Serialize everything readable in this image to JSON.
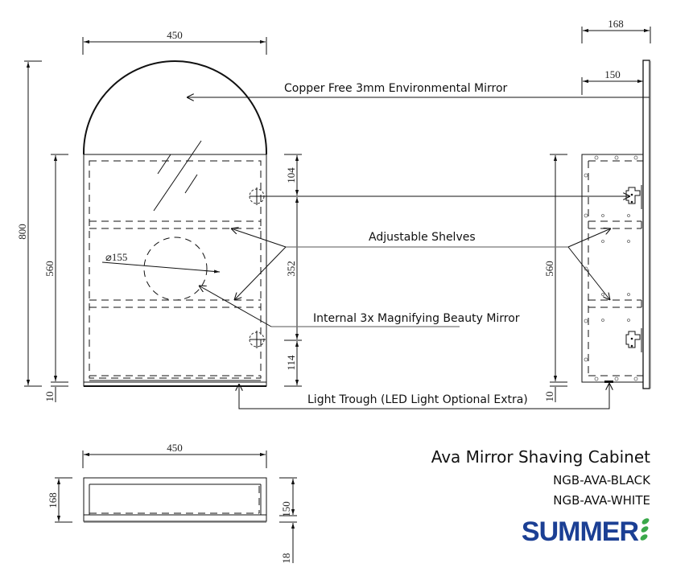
{
  "title_block": {
    "product_name": "Ava Mirror Shaving Cabinet",
    "codes": [
      "NGB-AVA-BLACK",
      "NGB-AVA-WHITE"
    ],
    "brand": "SUMMER",
    "brand_color": "#1b3f94",
    "leaf_color": "#3aa84a"
  },
  "front_view": {
    "width_dim": "450",
    "total_height_dim": "800",
    "cabinet_height_dim": "560",
    "trough_dim": "10",
    "hinge_top_offset_dim": "104",
    "hinge_spacing_dim": "352",
    "hinge_bottom_offset_dim": "114",
    "beauty_mirror_diameter": "⌀155"
  },
  "side_view": {
    "overall_depth_dim": "168",
    "cabinet_depth_dim": "150",
    "cabinet_height_dim": "560",
    "trough_dim": "10"
  },
  "plan_view": {
    "width_dim": "450",
    "depth_dim": "168",
    "body_depth_dim": "150",
    "door_dim": "18"
  },
  "callouts": {
    "mirror": "Copper Free 3mm Environmental Mirror",
    "shelves": "Adjustable Shelves",
    "beauty_mirror": "Internal 3x Magnifying Beauty Mirror",
    "light_trough": "Light Trough (LED Light Optional Extra)"
  }
}
